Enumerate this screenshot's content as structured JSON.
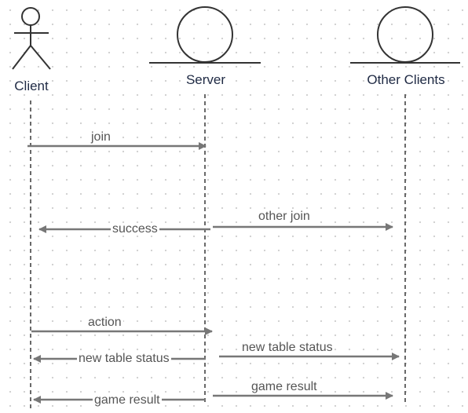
{
  "participants": {
    "client": {
      "label": "Client",
      "icon": "actor-icon"
    },
    "server": {
      "label": "Server",
      "icon": "entity-icon"
    },
    "others": {
      "label": "Other Clients",
      "icon": "entity-icon"
    }
  },
  "messages": [
    {
      "id": "join",
      "label": "join",
      "from": "client",
      "to": "server"
    },
    {
      "id": "success",
      "label": "success",
      "from": "server",
      "to": "client"
    },
    {
      "id": "other-join",
      "label": "other join",
      "from": "server",
      "to": "others"
    },
    {
      "id": "action",
      "label": "action",
      "from": "client",
      "to": "server"
    },
    {
      "id": "new-table-status-client",
      "label": "new table status",
      "from": "server",
      "to": "client"
    },
    {
      "id": "new-table-status-others",
      "label": "new table status",
      "from": "server",
      "to": "others"
    },
    {
      "id": "game-result-client",
      "label": "game result",
      "from": "server",
      "to": "client"
    },
    {
      "id": "game-result-others",
      "label": "game result",
      "from": "server",
      "to": "others"
    }
  ],
  "colors": {
    "line": "#555555",
    "arrow": "#777777",
    "text": "#555555",
    "participant_text": "#1f2a44"
  }
}
